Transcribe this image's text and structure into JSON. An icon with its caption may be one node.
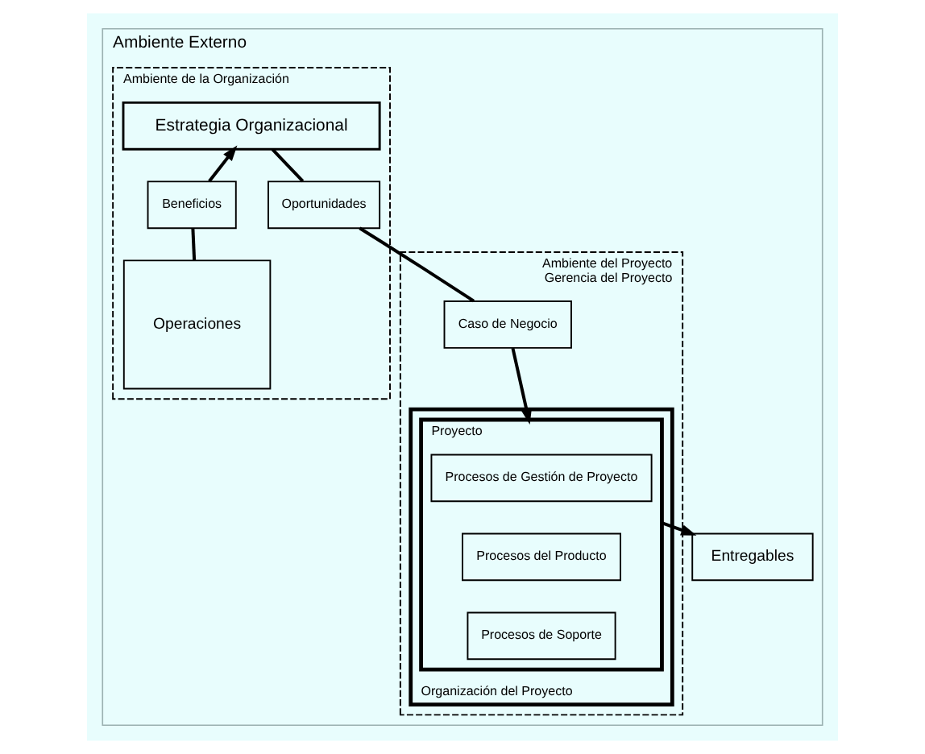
{
  "diagram": {
    "nodes": [
      {
        "text": [
          "Ambiente Externo"
        ]
      },
      {
        "text": [
          "Ambiente de la Organización"
        ],
        "in": 0
      },
      {
        "text": [
          "Estrategia Organizacional"
        ],
        "in": 1
      },
      {
        "text": [
          "Beneficios"
        ],
        "in": 1
      },
      {
        "text": [
          "Oportunidades"
        ],
        "in": 1
      },
      {
        "text": [
          "Operaciones"
        ],
        "in": 1
      },
      {
        "text": [
          "Ambiente del Proyecto",
          "Gerencia del Proyecto"
        ],
        "in": 0
      },
      {
        "text": [
          "Caso de Negocio"
        ],
        "in": 6
      },
      {
        "text": [
          "Organización del Proyecto"
        ],
        "in": 6
      },
      {
        "text": [
          "Proyecto"
        ],
        "in": 8
      },
      {
        "text": [
          "Procesos de Gestión de Proyecto"
        ],
        "in": 9
      },
      {
        "text": [
          "Procesos del Producto"
        ],
        "in": 9
      },
      {
        "text": [
          "Procesos de Soporte"
        ],
        "in": 9
      },
      {
        "text": [
          "Entregables"
        ],
        "in": 0
      }
    ],
    "edges": [
      {
        "from": 5,
        "to": 3,
        "arrow": "none"
      },
      {
        "from": 3,
        "to": 2,
        "arrow": "to"
      },
      {
        "from": 2,
        "to": 4,
        "arrow": "none"
      },
      {
        "from": 4,
        "to": 7,
        "arrow": "none"
      },
      {
        "from": 7,
        "to": 9,
        "arrow": "to"
      },
      {
        "from": 9,
        "to": 13,
        "arrow": "to"
      }
    ]
  }
}
